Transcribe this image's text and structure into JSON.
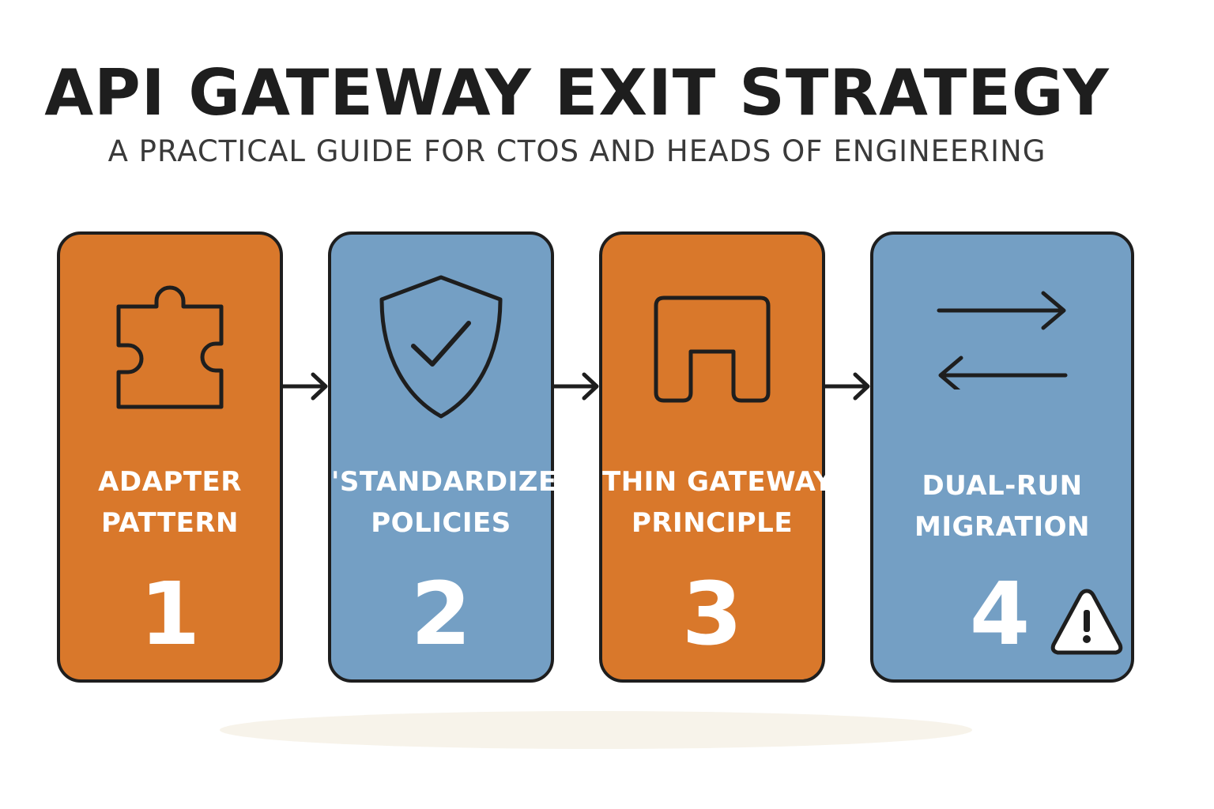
{
  "title": "API GATEWAY EXIT STRATEGY",
  "subtitle": "A PRACTICAL GUIDE FOR CTOS AND HEADS OF ENGINEERING",
  "colors": {
    "orange": "#d9782b",
    "blue": "#749fc4",
    "outline": "#1e1e1e"
  },
  "steps": [
    {
      "number": "1",
      "line1": "ADAPTER",
      "line2": "PATTERN",
      "icon": "puzzle-piece-icon",
      "color": "orange"
    },
    {
      "number": "2",
      "line1": "'STANDARDIZED",
      "line2": "POLICIES",
      "icon": "shield-check-icon",
      "color": "blue"
    },
    {
      "number": "3",
      "line1": "THIN GATEWAY",
      "line2": "PRINCIPLE",
      "icon": "thin-gateway-icon",
      "color": "orange"
    },
    {
      "number": "4",
      "line1": "DUAL-RUN",
      "line2": "MIGRATION",
      "icon": "swap-arrows-icon",
      "color": "blue",
      "badge": "warning-icon"
    }
  ]
}
